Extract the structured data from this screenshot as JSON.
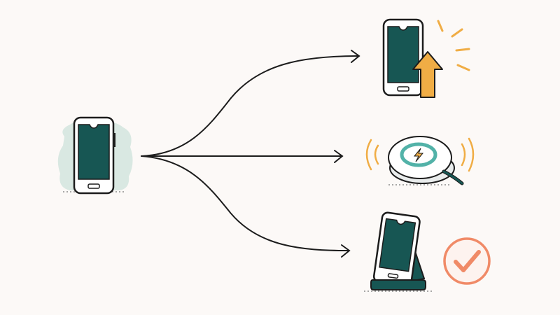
{
  "diagram": {
    "source": {
      "icon": "smartphone-icon"
    },
    "outcomes": [
      {
        "id": "upgrade",
        "icon": "phone-with-upgrade-arrow-icon"
      },
      {
        "id": "wireless-charging",
        "icon": "wireless-charger-icon"
      },
      {
        "id": "stand-approved",
        "icon": "phone-on-stand-with-checkmark-icon"
      }
    ]
  },
  "colors": {
    "background": "#fcf9f7",
    "ink": "#1c1c1c",
    "screen": "#175653",
    "phone_body": "#ffffff",
    "shadow_blob": "#d9e8e2",
    "arrow_up": "#f0ad45",
    "spark_lines": "#f0ad45",
    "charger_ring": "#52b2a8",
    "bolt": "#f0ad45",
    "stand": "#175653",
    "check": "#f08a67"
  }
}
